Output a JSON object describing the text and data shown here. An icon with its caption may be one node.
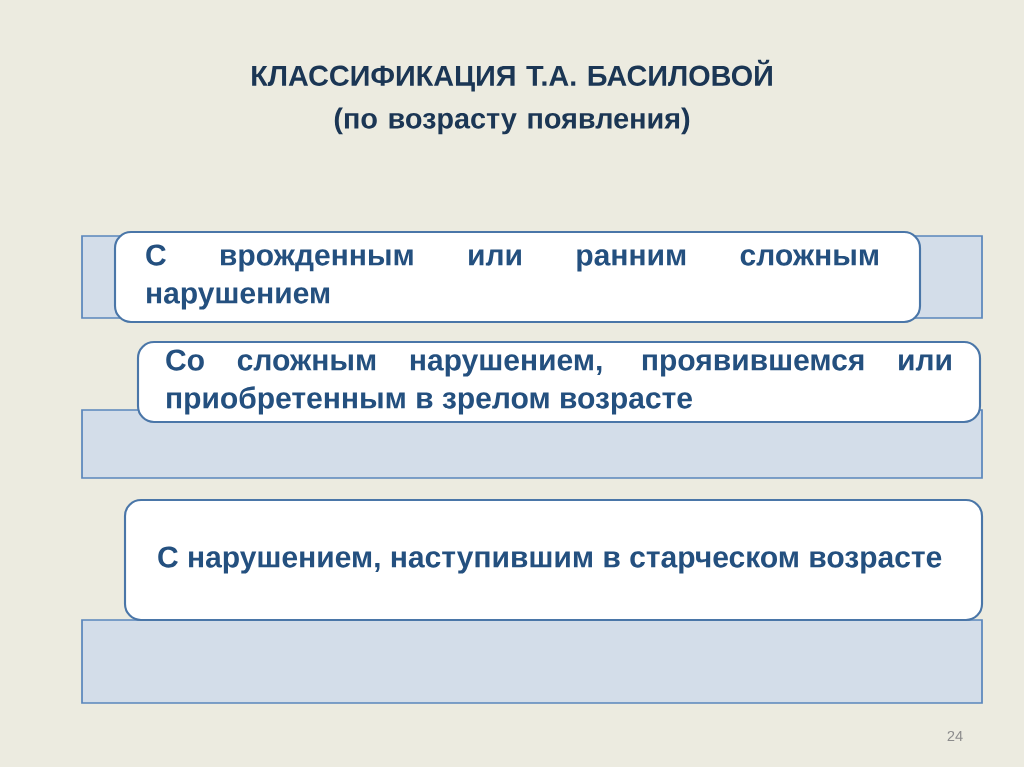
{
  "diagram": {
    "title": "КЛАССИФИКАЦИЯ Т.А. БАСИЛОВОЙ (по возрасту появления)",
    "nodes": [
      {
        "text": [],
        "shape": "box"
      },
      {
        "text": [
          "С врожденным или ранним сложным нарушением"
        ]
      },
      {
        "text": [],
        "shape": "box"
      },
      {
        "text": [
          "Со сложным нарушением, проявившемся или приобретенным в зрелом возрасте"
        ]
      },
      {
        "text": [],
        "shape": "box"
      },
      {
        "text": [
          "С нарушением, наступившим в старческом возрасте"
        ]
      }
    ],
    "labels": [
      "24"
    ]
  }
}
